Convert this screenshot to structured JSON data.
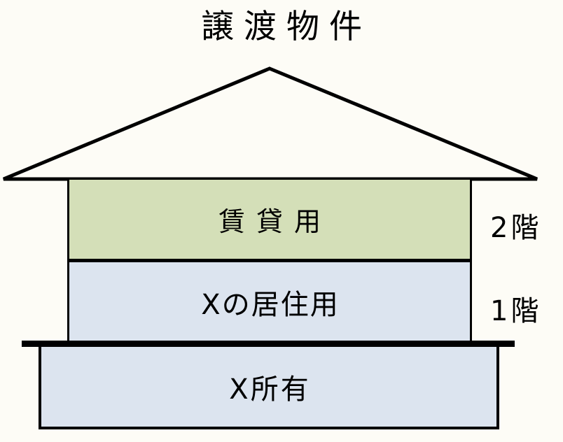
{
  "page": {
    "title": "譲渡物件",
    "background_color": "#fdfcf6",
    "line_color": "#000000"
  },
  "diagram": {
    "type": "house-cross-section",
    "roof": {
      "name": "roof",
      "shape": "triangle",
      "apex": [
        385,
        98
      ],
      "left_eave": [
        5,
        256
      ],
      "right_eave": [
        767,
        256
      ],
      "fill": "none",
      "stroke": "#000000"
    },
    "floors": [
      {
        "label": "賃貸用",
        "floor_note": "2階",
        "fill_color": "#d4dfb8",
        "font_style": "serif"
      },
      {
        "label": "Xの居住用",
        "floor_note": "1階",
        "fill_color": "#dce4ef",
        "font_style": "sans-serif"
      }
    ],
    "base": {
      "label": "X所有",
      "fill_color": "#dce4ef",
      "font_style": "sans-serif"
    }
  }
}
